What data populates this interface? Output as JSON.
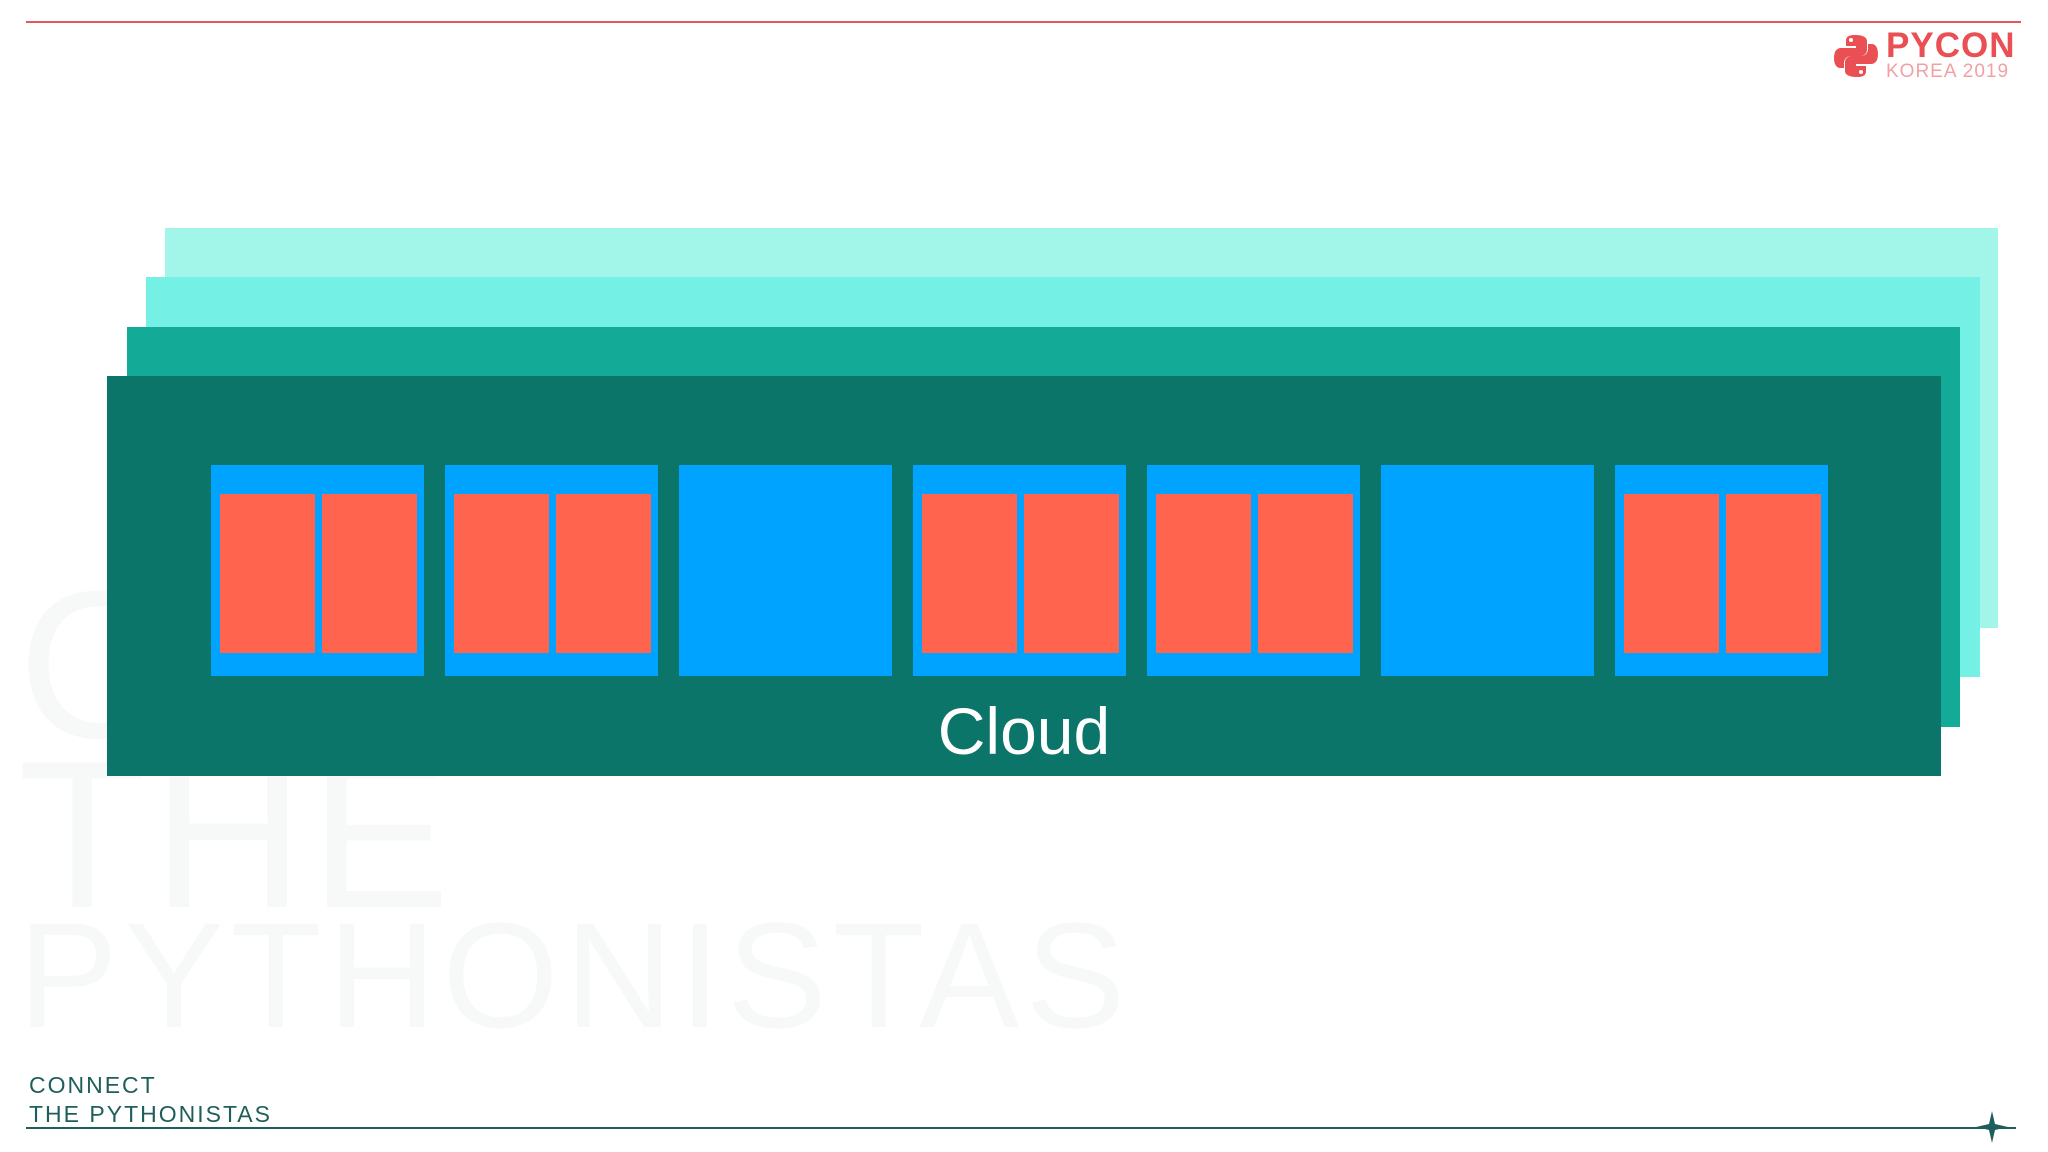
{
  "logo": {
    "title": "PYCON",
    "subtitle": "KOREA 2019"
  },
  "tagline": {
    "line1": "CONNECT",
    "line2": "THE PYTHONISTAS"
  },
  "watermark": {
    "line1": "C",
    "line2": "THE",
    "line3": "PYTHONISTAS"
  },
  "diagram": {
    "label": "Cloud",
    "layer_colors": [
      "#a2f5e9",
      "#74f0e4",
      "#13aa98",
      "#0c7569"
    ],
    "node_color": "#00a3ff",
    "pod_color": "#ff644f",
    "nodes": [
      {
        "pods": 2
      },
      {
        "pods": 2
      },
      {
        "pods": 0
      },
      {
        "pods": 2
      },
      {
        "pods": 2
      },
      {
        "pods": 0
      },
      {
        "pods": 2
      }
    ]
  },
  "colors": {
    "accent_red": "#ea4f54",
    "accent_teal": "#1f5f5b"
  }
}
